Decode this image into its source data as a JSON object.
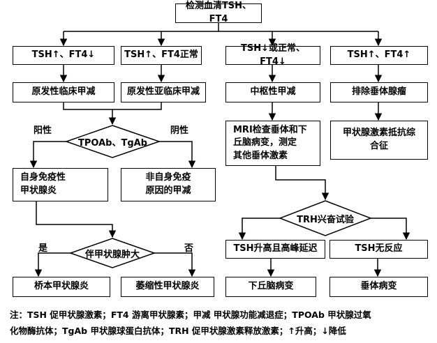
{
  "root": "检测血清TSH、FT4",
  "branches": [
    {
      "condition": "TSH↑、FT4↓",
      "result": "原发性临床甲减"
    },
    {
      "condition": "TSH↑、FT4正常",
      "result": "原发性亚临床甲减"
    },
    {
      "condition": "TSH↓或正常、FT4↓",
      "result": "中枢性甲减"
    },
    {
      "condition": "TSH↑、FT4↑",
      "result": "排除垂体腺瘤"
    }
  ],
  "test_antibody": "TPOAb、TgAb",
  "positive_label": "阳性",
  "negative_label": "阴性",
  "autoimmune": "自身免疫性\n甲状腺炎",
  "non_autoimmune": "非自身免疫\n原因的甲减",
  "goiter_question": "伴甲状腺肿大",
  "yes_label": "是",
  "no_label": "否",
  "hashimoto": "桥本甲状腺炎",
  "atrophic": "萎缩性甲状腺炎",
  "mri_step": "MRI检查垂体和下\n丘脑病变，测定\n其他垂体激素",
  "resistance": "甲状腺激素抵抗综\n合征",
  "trh_test": "TRH兴奋试验",
  "trh_delayed": "TSH升高且高峰延迟",
  "trh_none": "TSH无反应",
  "hypothalamic": "下丘脑病变",
  "pituitary": "垂体病变",
  "note_line1": "注：TSH 促甲状腺激素；FT4 游离甲状腺素；甲减 甲状腺功能减退症；TPOAb 甲状腺过氧",
  "note_line2": "化物酶抗体；TgAb 甲状腺球蛋白抗体；TRH 促甲状腺激素释放激素；↑升高；↓降低"
}
